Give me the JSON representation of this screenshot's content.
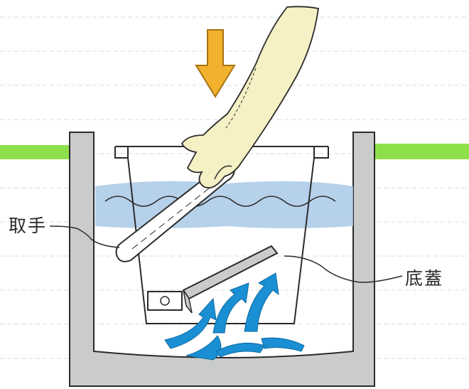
{
  "labels": {
    "handle": "取手",
    "bottom_lid": "底蓋"
  },
  "colors": {
    "ground_green": "#8ee04a",
    "wall_gray": "#c9cccb",
    "water_blue": "#a9c9e6",
    "flow_arrow_blue": "#1a8fd3",
    "push_arrow_orange": "#f2b12e",
    "hand_skin": "#f5f1c4",
    "line_dark": "#2b2b2b"
  },
  "icons": {
    "push_arrow": "down-arrow-icon",
    "water_flow": "upward-flow-arrows"
  }
}
